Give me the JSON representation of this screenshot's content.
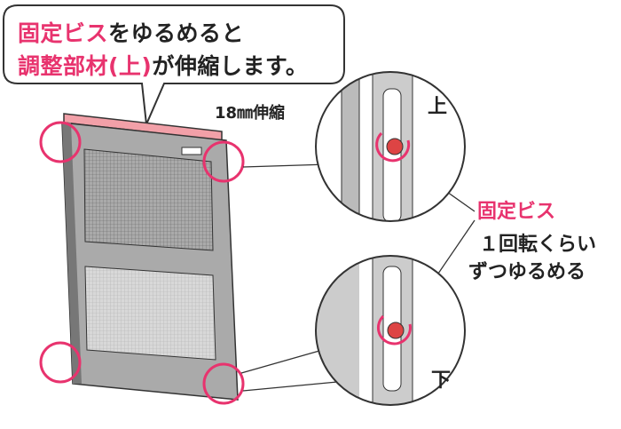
{
  "bubble": {
    "line1_highlight": "固定ビス",
    "line1_rest": "をゆるめると",
    "line2_highlight": "調整部材(上)",
    "line2_rest": "が伸縮します。"
  },
  "expansion_label": "18㎜伸縮",
  "top_detail_label": "上",
  "bottom_detail_label": "下",
  "screw_label": "固定ビス",
  "instruction_line1": "１回転くらい",
  "instruction_line2": "ずつゆるめる",
  "colors": {
    "accent": "#e8336e",
    "frame": "#9a9a9a",
    "top_bar": "#f2a0a8"
  }
}
